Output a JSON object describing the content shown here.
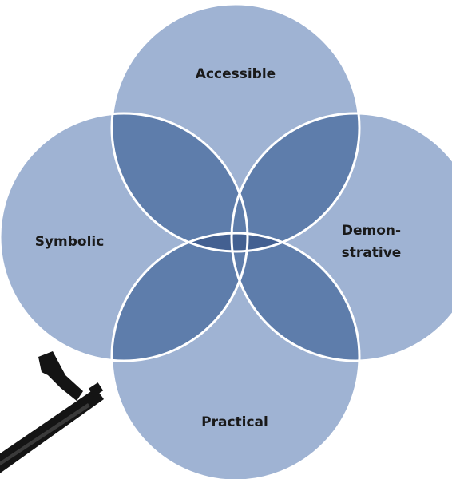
{
  "diagram": {
    "circles": {
      "top": {
        "label": "Accessible"
      },
      "left": {
        "label": "Symbolic"
      },
      "right": {
        "label_line1": "Demon-",
        "label_line2": "strative"
      },
      "bottom": {
        "label": "Practical"
      }
    },
    "colors": {
      "circle_fill": "#9fb3d3",
      "overlap_fill": "#5e7dab",
      "center_fill": "#3e5a8c",
      "stroke": "#ffffff"
    },
    "decor": {
      "bottom_left_object": "rifle-icon"
    }
  }
}
